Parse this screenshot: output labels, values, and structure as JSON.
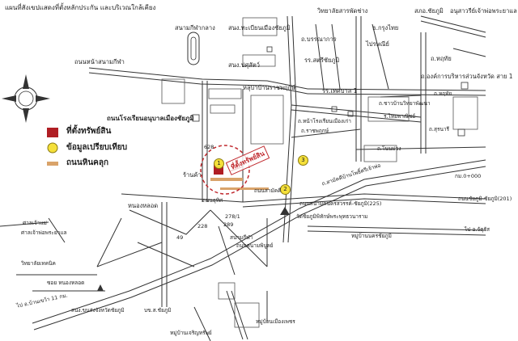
{
  "title": "แผนที่สังเขปแสดงที่ตั้งหลักประกัน และบริเวณใกล้เคียง",
  "legend": {
    "property": "ที่ตั้งทรัพย์สิน",
    "comparable": "ข้อมูลเปรียบเทียบ",
    "soi_road": "ถนนหินคลุก"
  },
  "stamp": "ที่ตั้งทรัพย์สิน",
  "markers": [
    "1",
    "2",
    "3"
  ],
  "labels": {
    "school_top": "วิทยาลัยสารพัดช่าง",
    "police": "สภอ.ชัยภูมิ",
    "monument": "อนุสาวรีย์เจ้าพ่อพระยาแล",
    "stadium": "สนามกีฬากลาง",
    "land_office": "สนง.ทะเบียนเมืองชัยภูมิ",
    "bangkok_bank": "ธ.กรุงไทย",
    "boribun": "ถ.บรรณาการ",
    "post": "ไปรษณีย์",
    "road_stadium": "ถนนหน้าสนามกีฬา",
    "sanamkeela": "สนง.ปศุสัตว์",
    "school_satri": "รร.สตรีชัยภูมิ",
    "tesaban": "ถ.หฤทัย",
    "chaloem": "ถ.องค์การบริหารส่วนจังหวัด สาย 1",
    "provincial": "หลุบ่าบ้านราชพฤกษ์",
    "tesaban1": "รร.เทศบาล 1",
    "school2": "ถ.ชาวบ้านวิทยาพัฒนา",
    "school3": "ร.ไทยพาณิชย์",
    "road_name": "ถนนโรงเรียนอนุบาลเมืองชัยภูมิ",
    "krai": "ถ.หน้าโรงเรียนเมืองเก่า",
    "rachaprueks": "ถ.ราชพฤกษ์",
    "nonmuang": "ถ.โนนม่วง",
    "number_628": "628",
    "nakorn": "ถ.หฤทัย",
    "ranfam": "ร้านค้า",
    "soi_sankra": "ถ.สามัคคีบ้านโพธิ์ศรีเจ้าพ่อ",
    "km": "กม.0+000",
    "chaiyaphum_road": "ถนนชัยภูมิ-ชัยภูมิ(201)",
    "kap_road": "ไป อ.จัตุรัส",
    "hnong_lerd": "หนองหลอด",
    "samak": "ถนนสามัคคี",
    "sanam_kanda": "สนามกีฬา",
    "bangkruai": "ถนนสนามพิบูลย์",
    "wat": "วัดชัยภูมิพิทักษ์พระพุทธวนาราม",
    "chaiyaphum_sawan": "ถนนสนามคนครสวรรค์-ชัยภูมิ(225)",
    "village1": "หมู่บ้านนครชัยภูมิ",
    "road_saw": "ถนนอุทิศ",
    "num278": "278/1",
    "num289": "289",
    "num49": "49",
    "soi_nong": "ซอย หนองหลอด",
    "num228": "228",
    "road_lower": "ศาลเจ้าแม่",
    "market": "ศาลเจ้าพ่อพระยาแล",
    "road_w": "ไป อ.บ้านเขว้า 11 กม.",
    "hospital": "สนง.ขนส่งจังหวัดชัยภูมิ",
    "bus": "บข.ส.ชัยภูมิ",
    "village_bottom1": "หมู่บ้านเจริญทรัพย์",
    "village_bottom2": "หมู่บ้านเมืองเพชร",
    "kaew": "ถ.สุรนารี",
    "school_bot": "วิทยาลัยเทคนิค"
  },
  "colors": {
    "property": "#b01e24",
    "comparable": "#f5e03a",
    "soi": "#d9a36a",
    "circle": "#c0282d"
  }
}
